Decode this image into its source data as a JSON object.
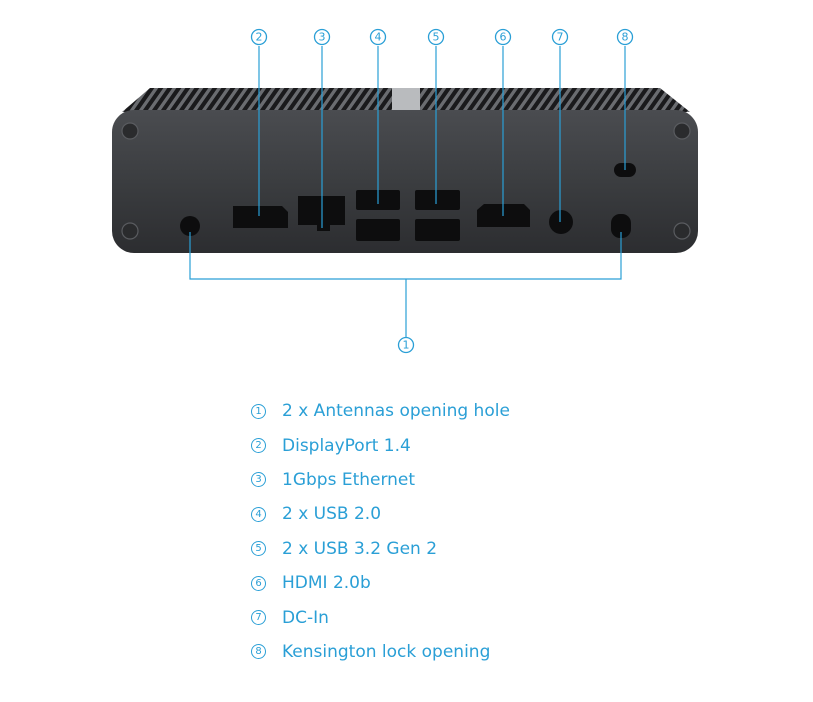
{
  "accent_color": "#2a9fd6",
  "callouts": [
    "1",
    "2",
    "3",
    "4",
    "5",
    "6",
    "7",
    "8"
  ],
  "legend": [
    {
      "num": "1",
      "label": "2 x Antennas opening hole"
    },
    {
      "num": "2",
      "label": "DisplayPort 1.4"
    },
    {
      "num": "3",
      "label": "1Gbps Ethernet"
    },
    {
      "num": "4",
      "label": "2 x USB 2.0"
    },
    {
      "num": "5",
      "label": "2 x USB 3.2 Gen 2"
    },
    {
      "num": "6",
      "label": "HDMI 2.0b"
    },
    {
      "num": "7",
      "label": "DC-In"
    },
    {
      "num": "8",
      "label": "Kensington lock opening"
    }
  ]
}
